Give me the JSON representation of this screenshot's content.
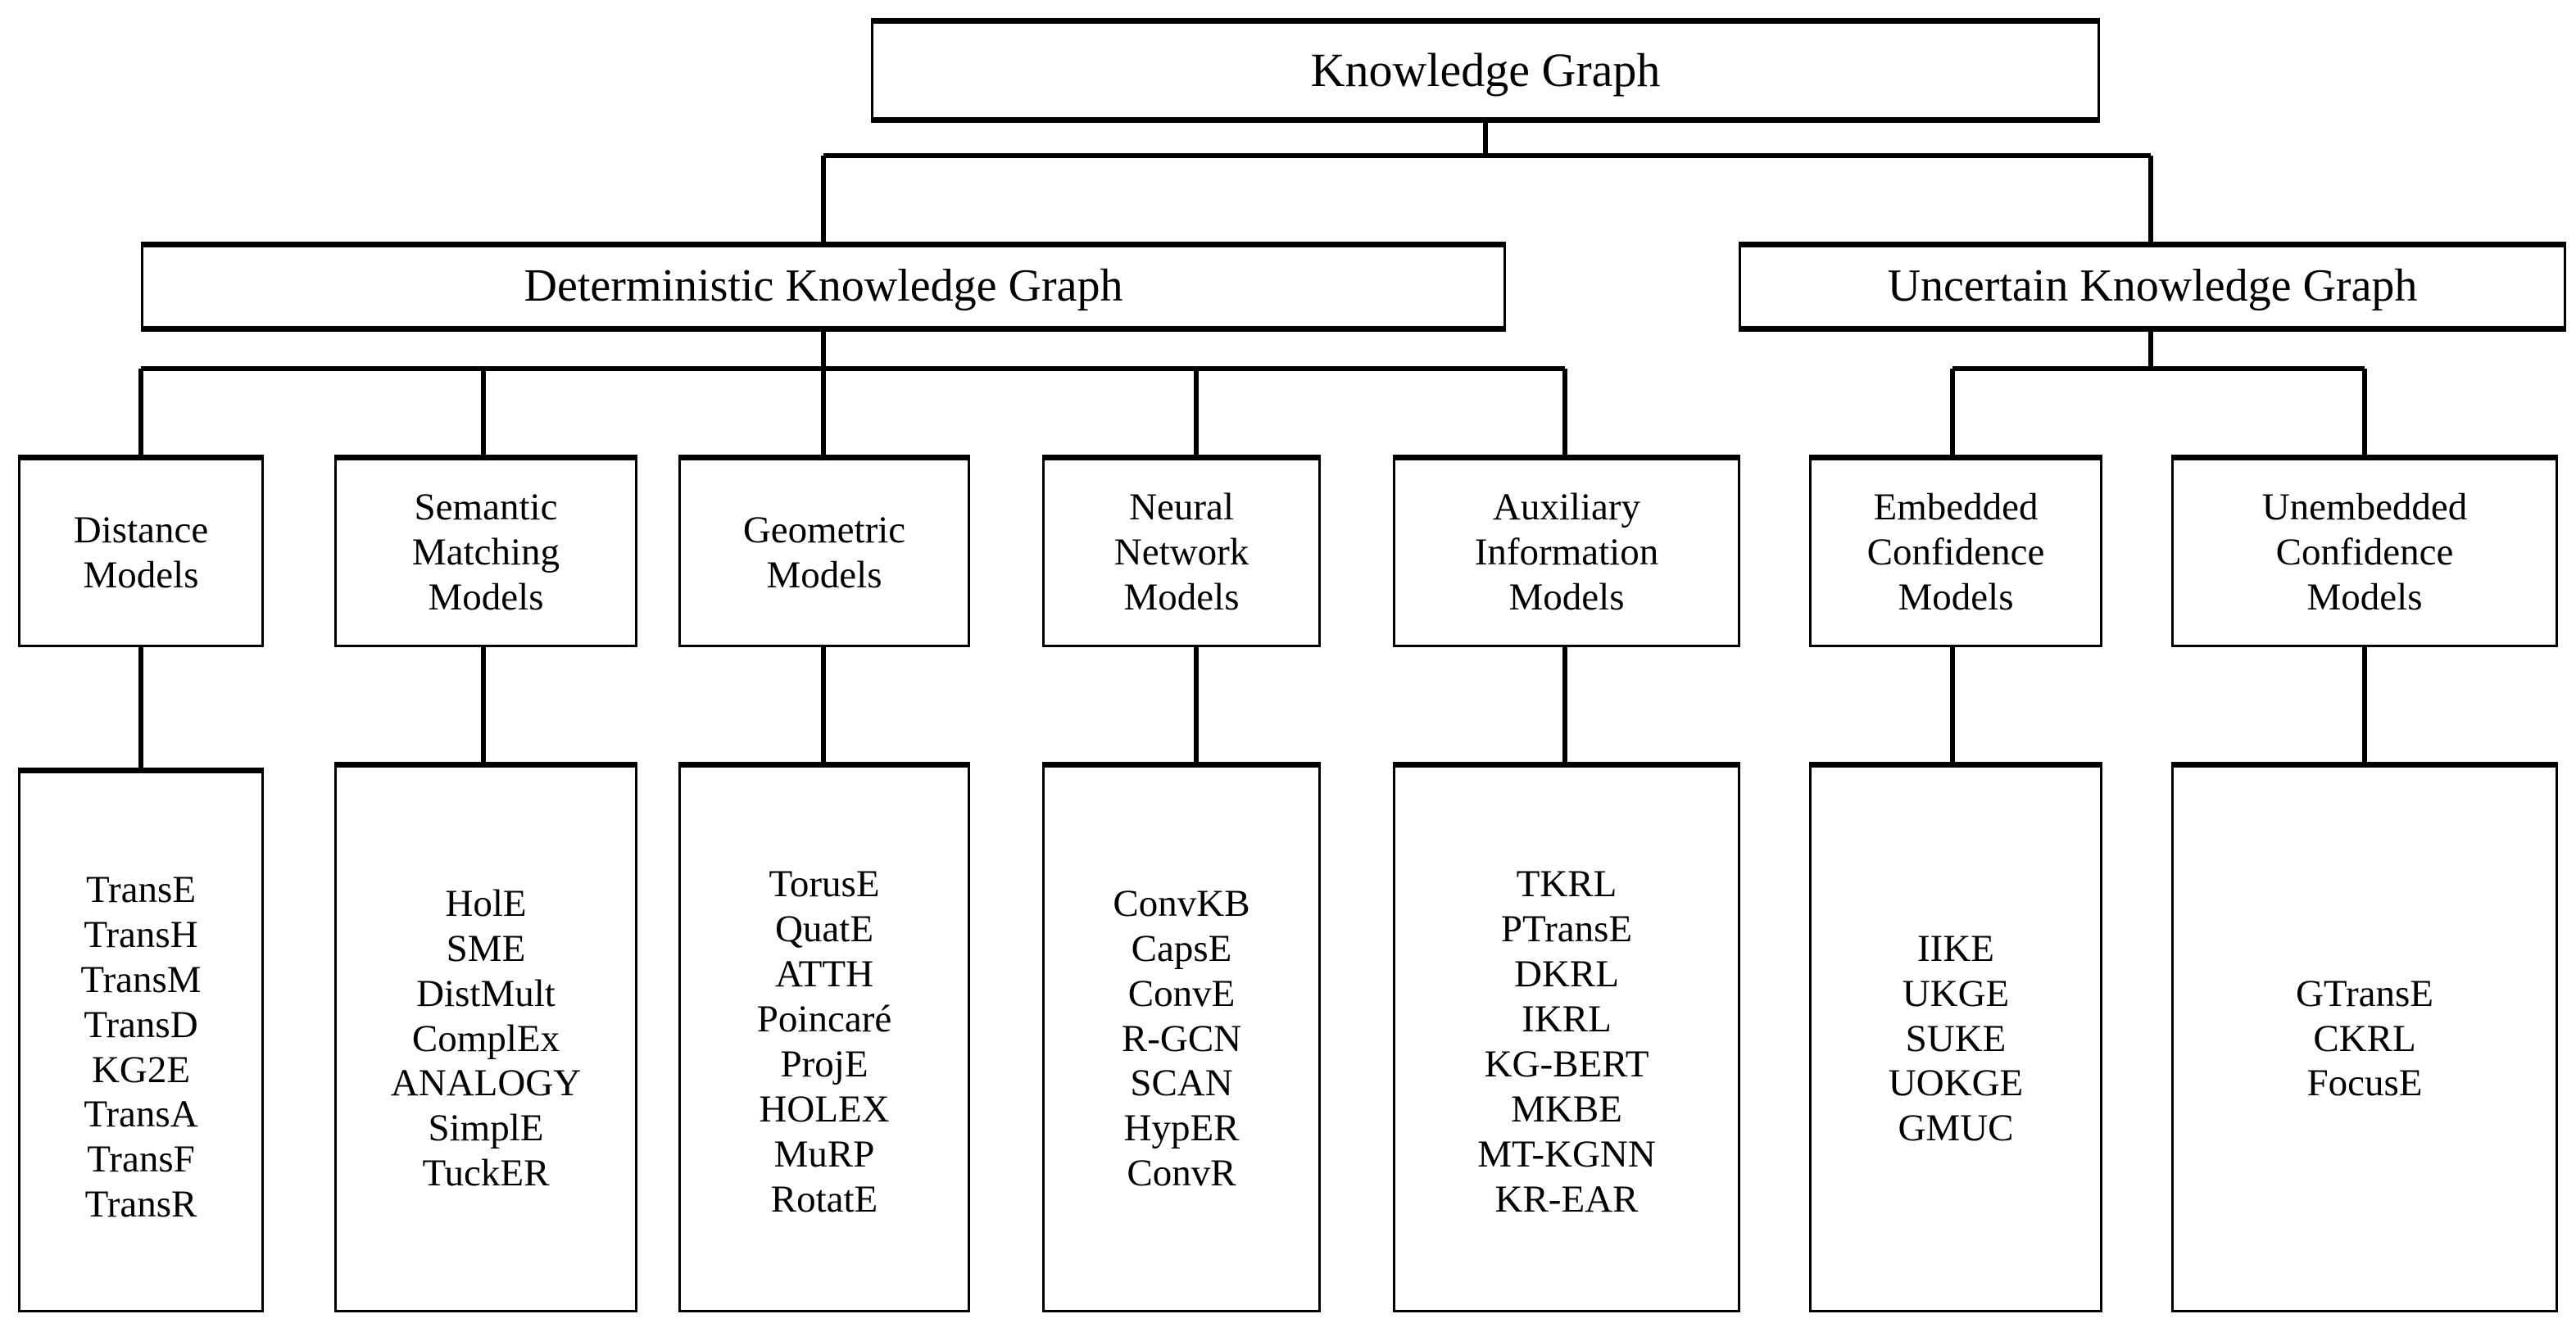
{
  "diagram": {
    "title_text": "Knowledge Graph",
    "root": {
      "label": "Knowledge Graph"
    },
    "branches": [
      {
        "label": "Deterministic Knowledge Graph"
      },
      {
        "label": "Uncertain Knowledge Graph"
      }
    ],
    "categories": [
      {
        "lines": [
          "Distance",
          "Models"
        ]
      },
      {
        "lines": [
          "Semantic",
          "Matching",
          "Models"
        ]
      },
      {
        "lines": [
          "Geometric",
          "Models"
        ]
      },
      {
        "lines": [
          "Neural",
          "Network",
          "Models"
        ]
      },
      {
        "lines": [
          "Auxiliary",
          "Information",
          "Models"
        ]
      },
      {
        "lines": [
          "Embedded",
          "Confidence",
          "Models"
        ]
      },
      {
        "lines": [
          "Unembedded",
          "Confidence",
          "Models"
        ]
      }
    ],
    "leaves": [
      {
        "items": [
          "TransE",
          "TransH",
          "TransM",
          "TransD",
          "KG2E",
          "TransA",
          "TransF",
          "TransR"
        ]
      },
      {
        "items": [
          "HolE",
          "SME",
          "DistMult",
          "ComplEx",
          "ANALOGY",
          "SimplE",
          "TuckER"
        ]
      },
      {
        "items": [
          "TorusE",
          "QuatE",
          "ATTH",
          "Poincaré",
          "ProjE",
          "HOLEX",
          "MuRP",
          "RotatE"
        ]
      },
      {
        "items": [
          "ConvKB",
          "CapsE",
          "ConvE",
          "R-GCN",
          "SCAN",
          "HypER",
          "ConvR"
        ]
      },
      {
        "items": [
          "TKRL",
          "PTransE",
          "DKRL",
          "IKRL",
          "KG-BERT",
          "MKBE",
          "MT-KGNN",
          "KR-EAR"
        ]
      },
      {
        "items": [
          "IIKE",
          "UKGE",
          "SUKE",
          "UOKGE",
          "GMUC"
        ]
      },
      {
        "items": [
          "GTransE",
          "CKRL",
          "FocusE"
        ]
      }
    ],
    "colors": {
      "stroke": "#000000",
      "fill": "#ffffff",
      "text": "#000000"
    }
  }
}
